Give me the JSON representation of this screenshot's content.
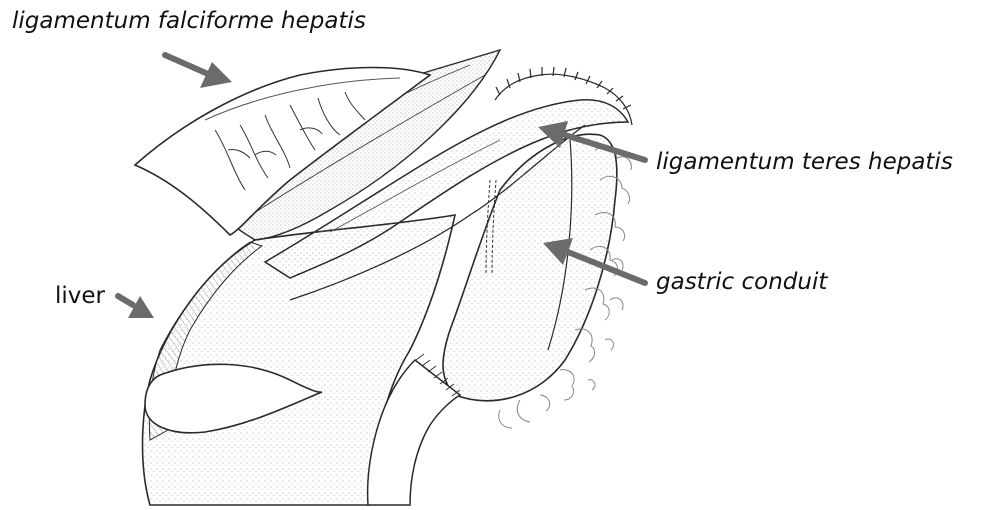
{
  "labels": {
    "falciform": "ligamentum falciforme hepatis",
    "teres": "ligamentum teres hepatis",
    "conduit": "gastric conduit",
    "liver": "liver"
  },
  "colors": {
    "arrow": "#6b6b6b",
    "ink": "#2a2a2a",
    "stipple": "#9a9a9a",
    "background": "#ffffff"
  }
}
